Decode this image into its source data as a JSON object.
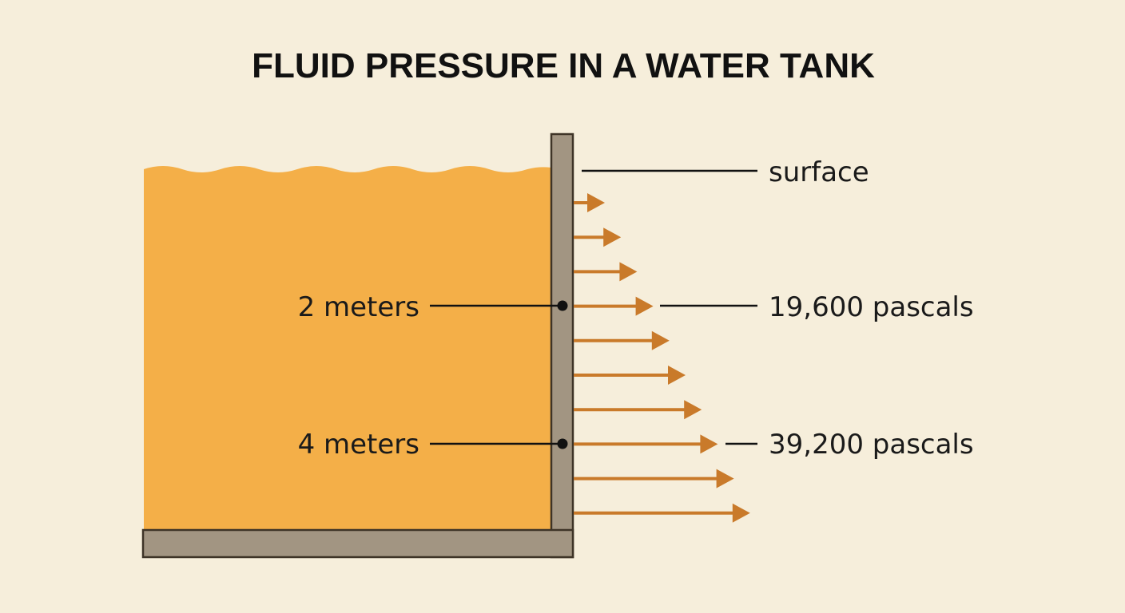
{
  "title": "FLUID PRESSURE IN A WATER TANK",
  "labels": {
    "surface": "surface",
    "depth_2": "2 meters",
    "depth_4": "4 meters",
    "pressure_2": "19,600 pascals",
    "pressure_4": "39,200 pascals"
  },
  "arrow_count": 10,
  "colors": {
    "background": "#f6eedb",
    "water": "#f4af48",
    "wall": "#a29582",
    "wall_outline": "#3e3427",
    "arrow": "#c97a2a",
    "text": "#111111"
  }
}
